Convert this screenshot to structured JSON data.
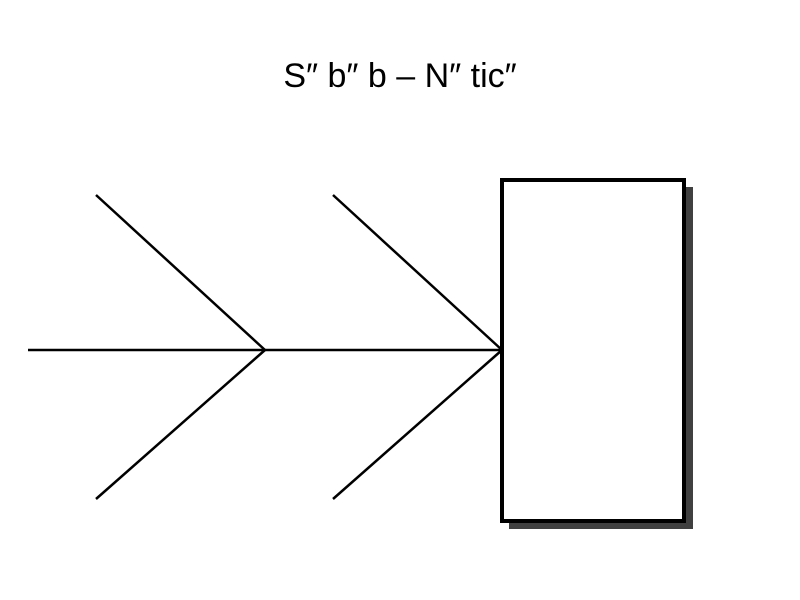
{
  "slide": {
    "title": "S″ b″ b – N″ tic″"
  },
  "diagram": {
    "type": "fishbone",
    "bones": 2,
    "effect_box_label": "",
    "colors": {
      "line": "#000000",
      "box_fill": "#ffffff",
      "box_shadow": "#404040",
      "background": "#ffffff"
    }
  }
}
